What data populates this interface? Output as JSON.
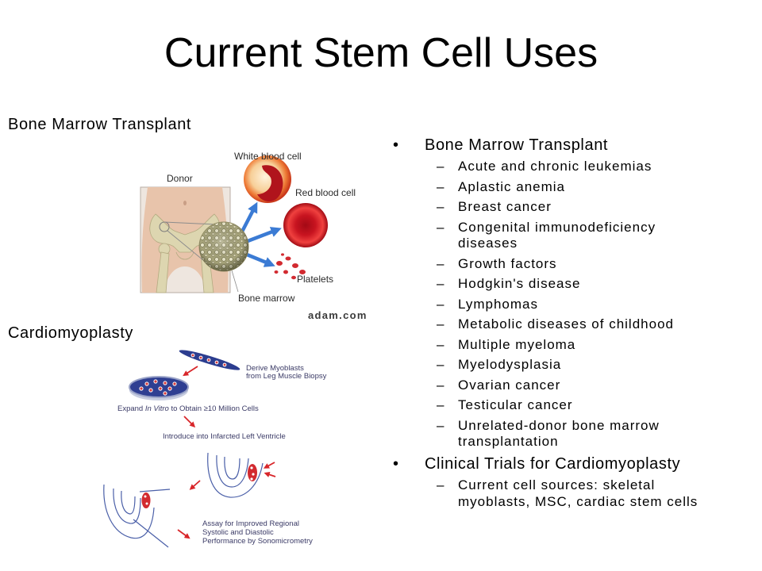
{
  "slide": {
    "title": "Current Stem Cell Uses"
  },
  "left_labels": {
    "bone_marrow_transplant": "Bone Marrow Transplant",
    "cardiomyoplasty": "Cardiomyoplasty"
  },
  "bone_marrow_diagram": {
    "donor": "Donor",
    "white_blood_cell": "White blood cell",
    "red_blood_cell": "Red blood cell",
    "platelets": "Platelets",
    "bone_marrow": "Bone marrow",
    "credit": "adam.com"
  },
  "cardiomyoplasty_diagram": {
    "step1": [
      "Derive Myoblasts",
      "from Leg Muscle Biopsy"
    ],
    "step2": [
      "Expand ",
      "In Vitro",
      " to Obtain ≥10 Million Cells"
    ],
    "step3": "Introduce into Infarcted Left Ventricle",
    "step4": [
      "Assay for Improved Regional",
      "Systolic and Diastolic",
      "Performance by Sonomicrometry"
    ]
  },
  "markers": {
    "bullet": "•",
    "sub": "–"
  },
  "bullets": [
    {
      "label": "Bone Marrow Transplant",
      "items": [
        "Acute and chronic leukemias",
        "Aplastic anemia",
        "Breast cancer",
        "Congenital immunodeficiency diseases",
        "Growth factors",
        "Hodgkin's disease",
        "Lymphomas",
        "Metabolic diseases of childhood",
        "Multiple myeloma",
        "Myelodysplasia",
        "Ovarian cancer",
        "Testicular cancer",
        "Unrelated-donor bone marrow transplantation"
      ]
    },
    {
      "label": "Clinical Trials for Cardiomyoplasty",
      "items": [
        "Current cell sources: skeletal myoblasts, MSC, cardiac stem cells"
      ]
    }
  ],
  "colors": {
    "text": "#000000",
    "arrow_blue": "#3b7bd4",
    "arrow_red": "#d8262a",
    "diagram_text": "#3a3a66"
  }
}
